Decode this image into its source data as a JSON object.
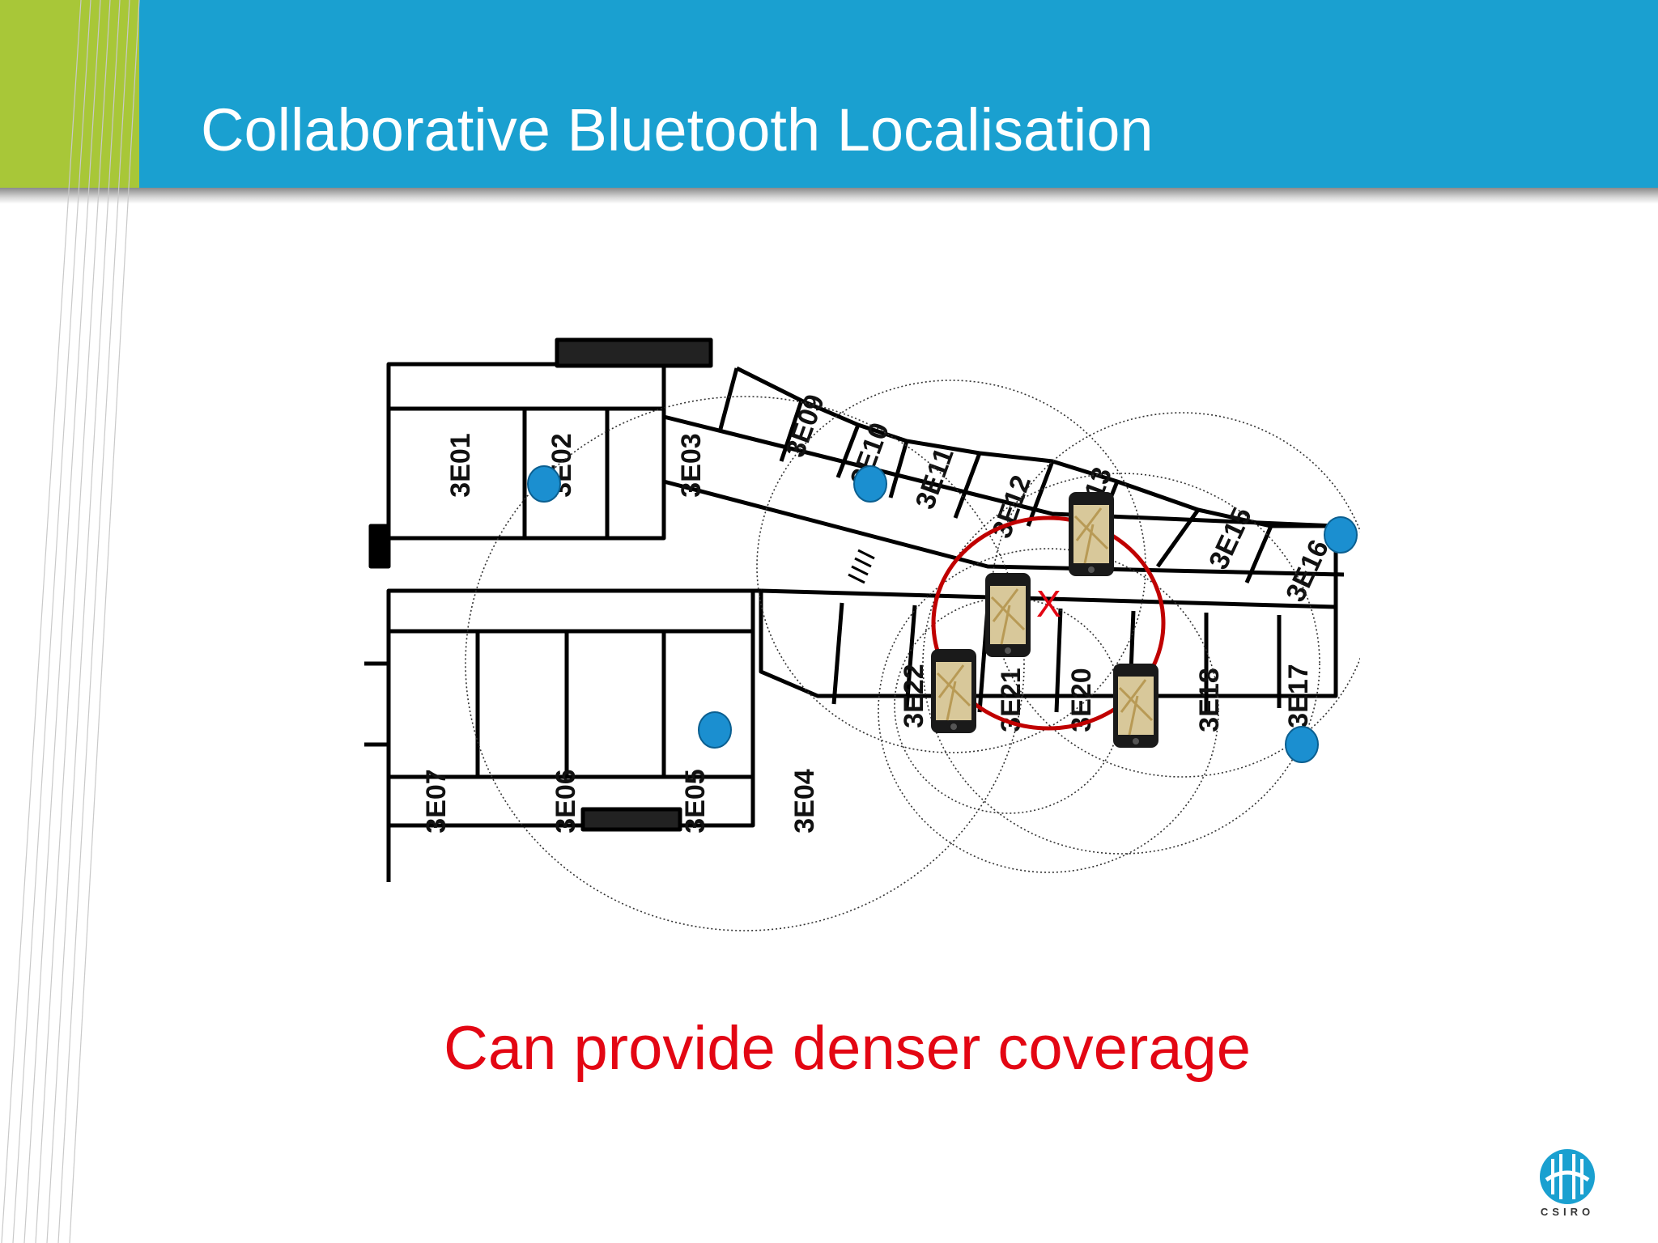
{
  "slide": {
    "title": "Collaborative Bluetooth Localisation",
    "caption": "Can provide denser coverage"
  },
  "floorplan": {
    "rooms": [
      "3E01",
      "3E02",
      "3E03",
      "3E07",
      "3E06",
      "3E05",
      "3E04",
      "3E09",
      "3E10",
      "3E11",
      "3E12",
      "3E13",
      "3E15",
      "3E16",
      "3E22",
      "3E21",
      "3E20",
      "3E18",
      "3E17"
    ],
    "target_marker": "X"
  },
  "logo": {
    "text": "CSIRO"
  },
  "colors": {
    "header": "#1aa0d0",
    "accent_green": "#a8c738",
    "caption": "#e30613",
    "beacon": "#1b8fd0",
    "range_circle": "#c00000"
  }
}
